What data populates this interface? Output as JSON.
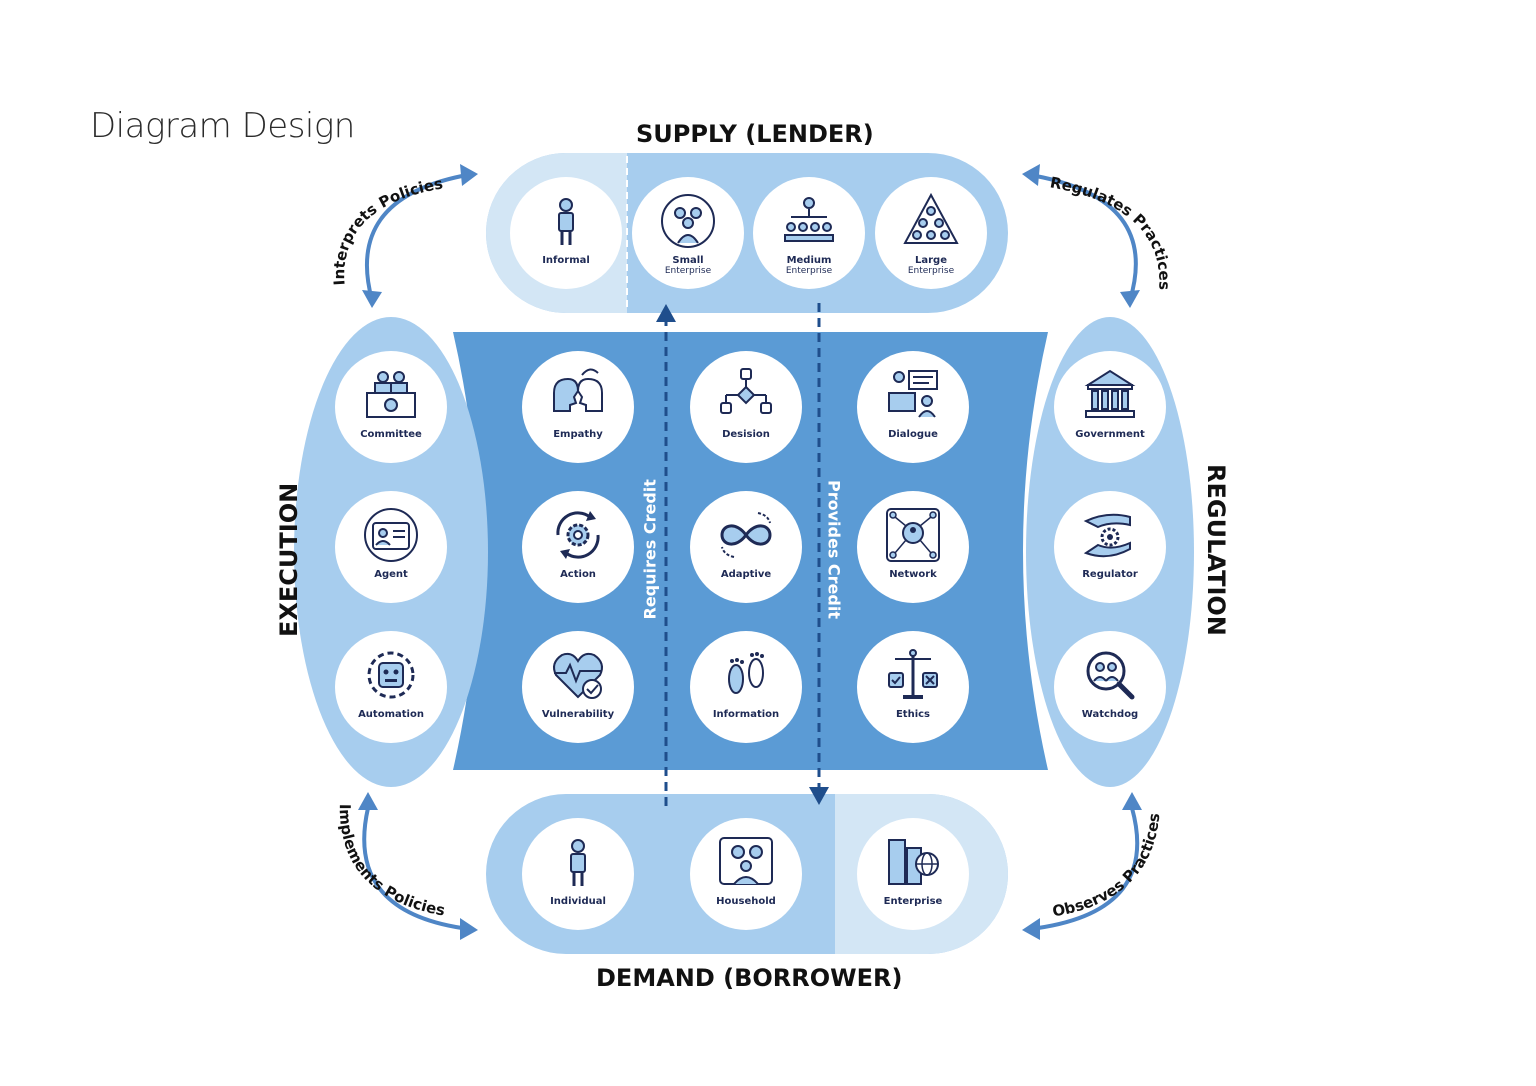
{
  "title": "Diagram Design",
  "sections": {
    "supply": "SUPPLY (LENDER)",
    "demand": "DEMAND (BORROWER)",
    "execution": "EXECUTION",
    "regulation": "REGULATION"
  },
  "arrows": {
    "interprets": "Interprets Policies",
    "regulates": "Regulates Practices",
    "implements": "Implements Policies",
    "observes": "Observes Practices"
  },
  "flows": {
    "requires": "Requires Credit",
    "provides": "Provides Credit"
  },
  "supply_nodes": [
    {
      "label": "Informal",
      "sub": "",
      "icon": "person-icon"
    },
    {
      "label": "Small",
      "sub": "Enterprise",
      "icon": "small-team-icon"
    },
    {
      "label": "Medium",
      "sub": "Enterprise",
      "icon": "org-chart-icon"
    },
    {
      "label": "Large",
      "sub": "Enterprise",
      "icon": "pyramid-team-icon"
    }
  ],
  "demand_nodes": [
    {
      "label": "Individual",
      "icon": "person-icon"
    },
    {
      "label": "Household",
      "icon": "family-icon"
    },
    {
      "label": "Enterprise",
      "icon": "buildings-globe-icon"
    }
  ],
  "execution_nodes": [
    {
      "label": "Committee",
      "icon": "committee-icon"
    },
    {
      "label": "Agent",
      "icon": "id-badge-icon"
    },
    {
      "label": "Automation",
      "icon": "robot-icon"
    }
  ],
  "regulation_nodes": [
    {
      "label": "Government",
      "icon": "government-building-icon"
    },
    {
      "label": "Regulator",
      "icon": "hands-gear-icon"
    },
    {
      "label": "Watchdog",
      "icon": "magnifier-people-icon"
    }
  ],
  "center_nodes": [
    {
      "label": "Empathy",
      "icon": "two-heads-icon"
    },
    {
      "label": "Desision",
      "icon": "decision-flow-icon"
    },
    {
      "label": "Dialogue",
      "icon": "dialogue-icon"
    },
    {
      "label": "Action",
      "icon": "gear-cycle-icon"
    },
    {
      "label": "Adaptive",
      "icon": "infinity-icon"
    },
    {
      "label": "Network",
      "icon": "network-icon"
    },
    {
      "label": "Vulnerability",
      "icon": "heart-check-icon"
    },
    {
      "label": "Information",
      "icon": "footprints-icon"
    },
    {
      "label": "Ethics",
      "icon": "scales-icon"
    }
  ],
  "colors": {
    "light": "#d3e6f5",
    "mid": "#a7cdee",
    "dark": "#5b9bd5",
    "navy": "#1e2a55",
    "arrow": "#4f86c6",
    "flow_arrow": "#1f4e8c"
  }
}
